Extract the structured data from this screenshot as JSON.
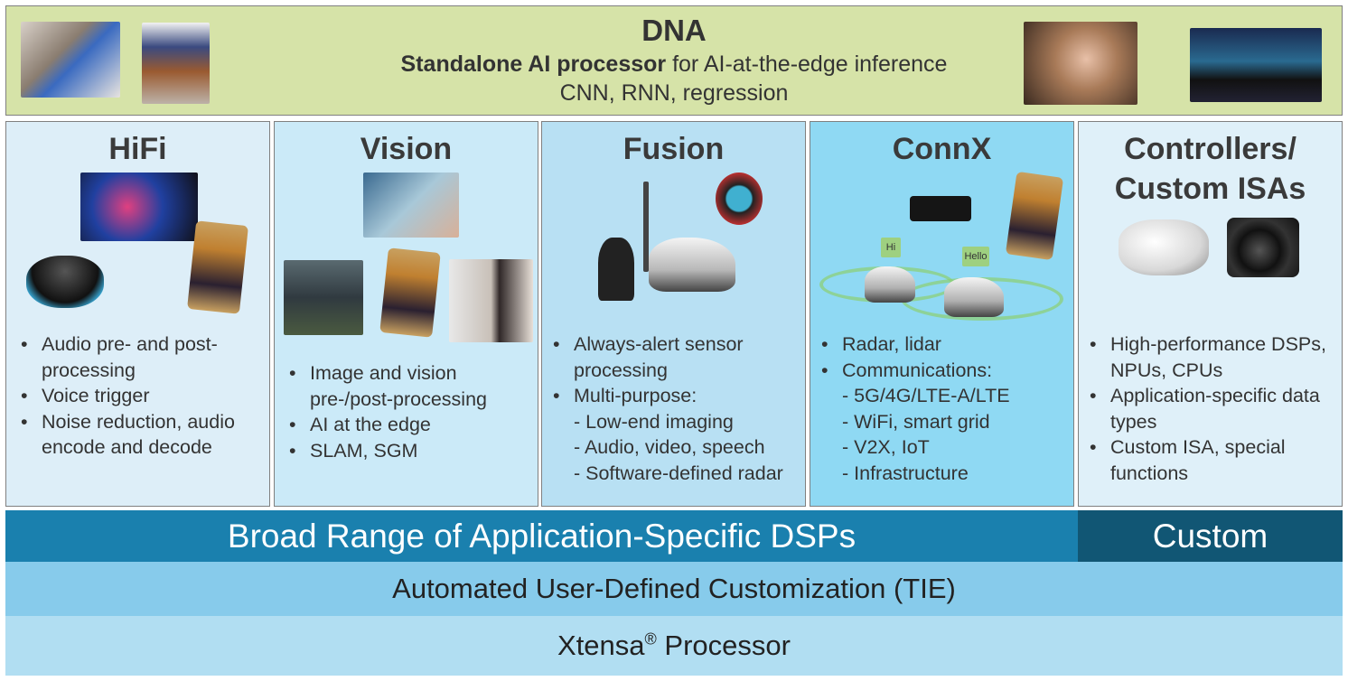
{
  "dna": {
    "title": "DNA",
    "subtitle_bold": "Standalone AI processor",
    "subtitle_rest": " for AI-at-the-edge inference",
    "line3": "CNN, RNN, regression",
    "images": [
      "smart-home-photo",
      "doorbell-camera-photo",
      "face-id-photo",
      "car-dashboard-photo"
    ]
  },
  "panels": [
    {
      "title": "HiFi",
      "bullets": [
        {
          "t": "Audio pre- and post-processing"
        },
        {
          "t": "Voice trigger"
        },
        {
          "t": "Noise reduction, audio encode and decode"
        }
      ],
      "color": "#ddeef8"
    },
    {
      "title": "Vision",
      "bullets": [
        {
          "t": "Image and vision pre-/post-processing"
        },
        {
          "t": "AI at the edge"
        },
        {
          "t": "SLAM, SGM"
        }
      ],
      "color": "#cbeaf8"
    },
    {
      "title": "Fusion",
      "bullets": [
        {
          "t": "Always-alert sensor processing"
        },
        {
          "t": "Multi-purpose:"
        },
        {
          "t": "- Low-end imaging",
          "sub": true
        },
        {
          "t": "- Audio, video, speech",
          "sub": true
        },
        {
          "t": "- Software-defined radar",
          "sub": true
        }
      ],
      "color": "#b8e0f3"
    },
    {
      "title": "ConnX",
      "bullets": [
        {
          "t": "Radar, lidar"
        },
        {
          "t": "Communications:"
        },
        {
          "t": "- 5G/4G/LTE-A/LTE",
          "sub": true
        },
        {
          "t": "- WiFi, smart grid",
          "sub": true
        },
        {
          "t": "- V2X, IoT",
          "sub": true
        },
        {
          "t": "- Infrastructure",
          "sub": true
        }
      ],
      "color": "#8fd9f3",
      "labels": {
        "hi": "Hi",
        "hello": "Hello"
      }
    },
    {
      "title": "Controllers/ Custom ISAs",
      "bullets": [
        {
          "t": "High-performance DSPs, NPUs, CPUs"
        },
        {
          "t": "Application-specific data types"
        },
        {
          "t": "Custom ISA, special functions"
        }
      ],
      "color": "#dff0f9"
    }
  ],
  "layers": {
    "dsps": "Broad Range of Application-Specific DSPs",
    "custom": "Custom",
    "tie": "Automated User-Defined Customization (TIE)",
    "xtensa": "Xtensa",
    "reg": "®",
    "processor": " Processor"
  },
  "colors": {
    "dsps": "#1a80ae",
    "custom": "#115674",
    "tie": "#87cbeb",
    "xtensa": "#b1def2",
    "banner": "#d6e3a8"
  }
}
